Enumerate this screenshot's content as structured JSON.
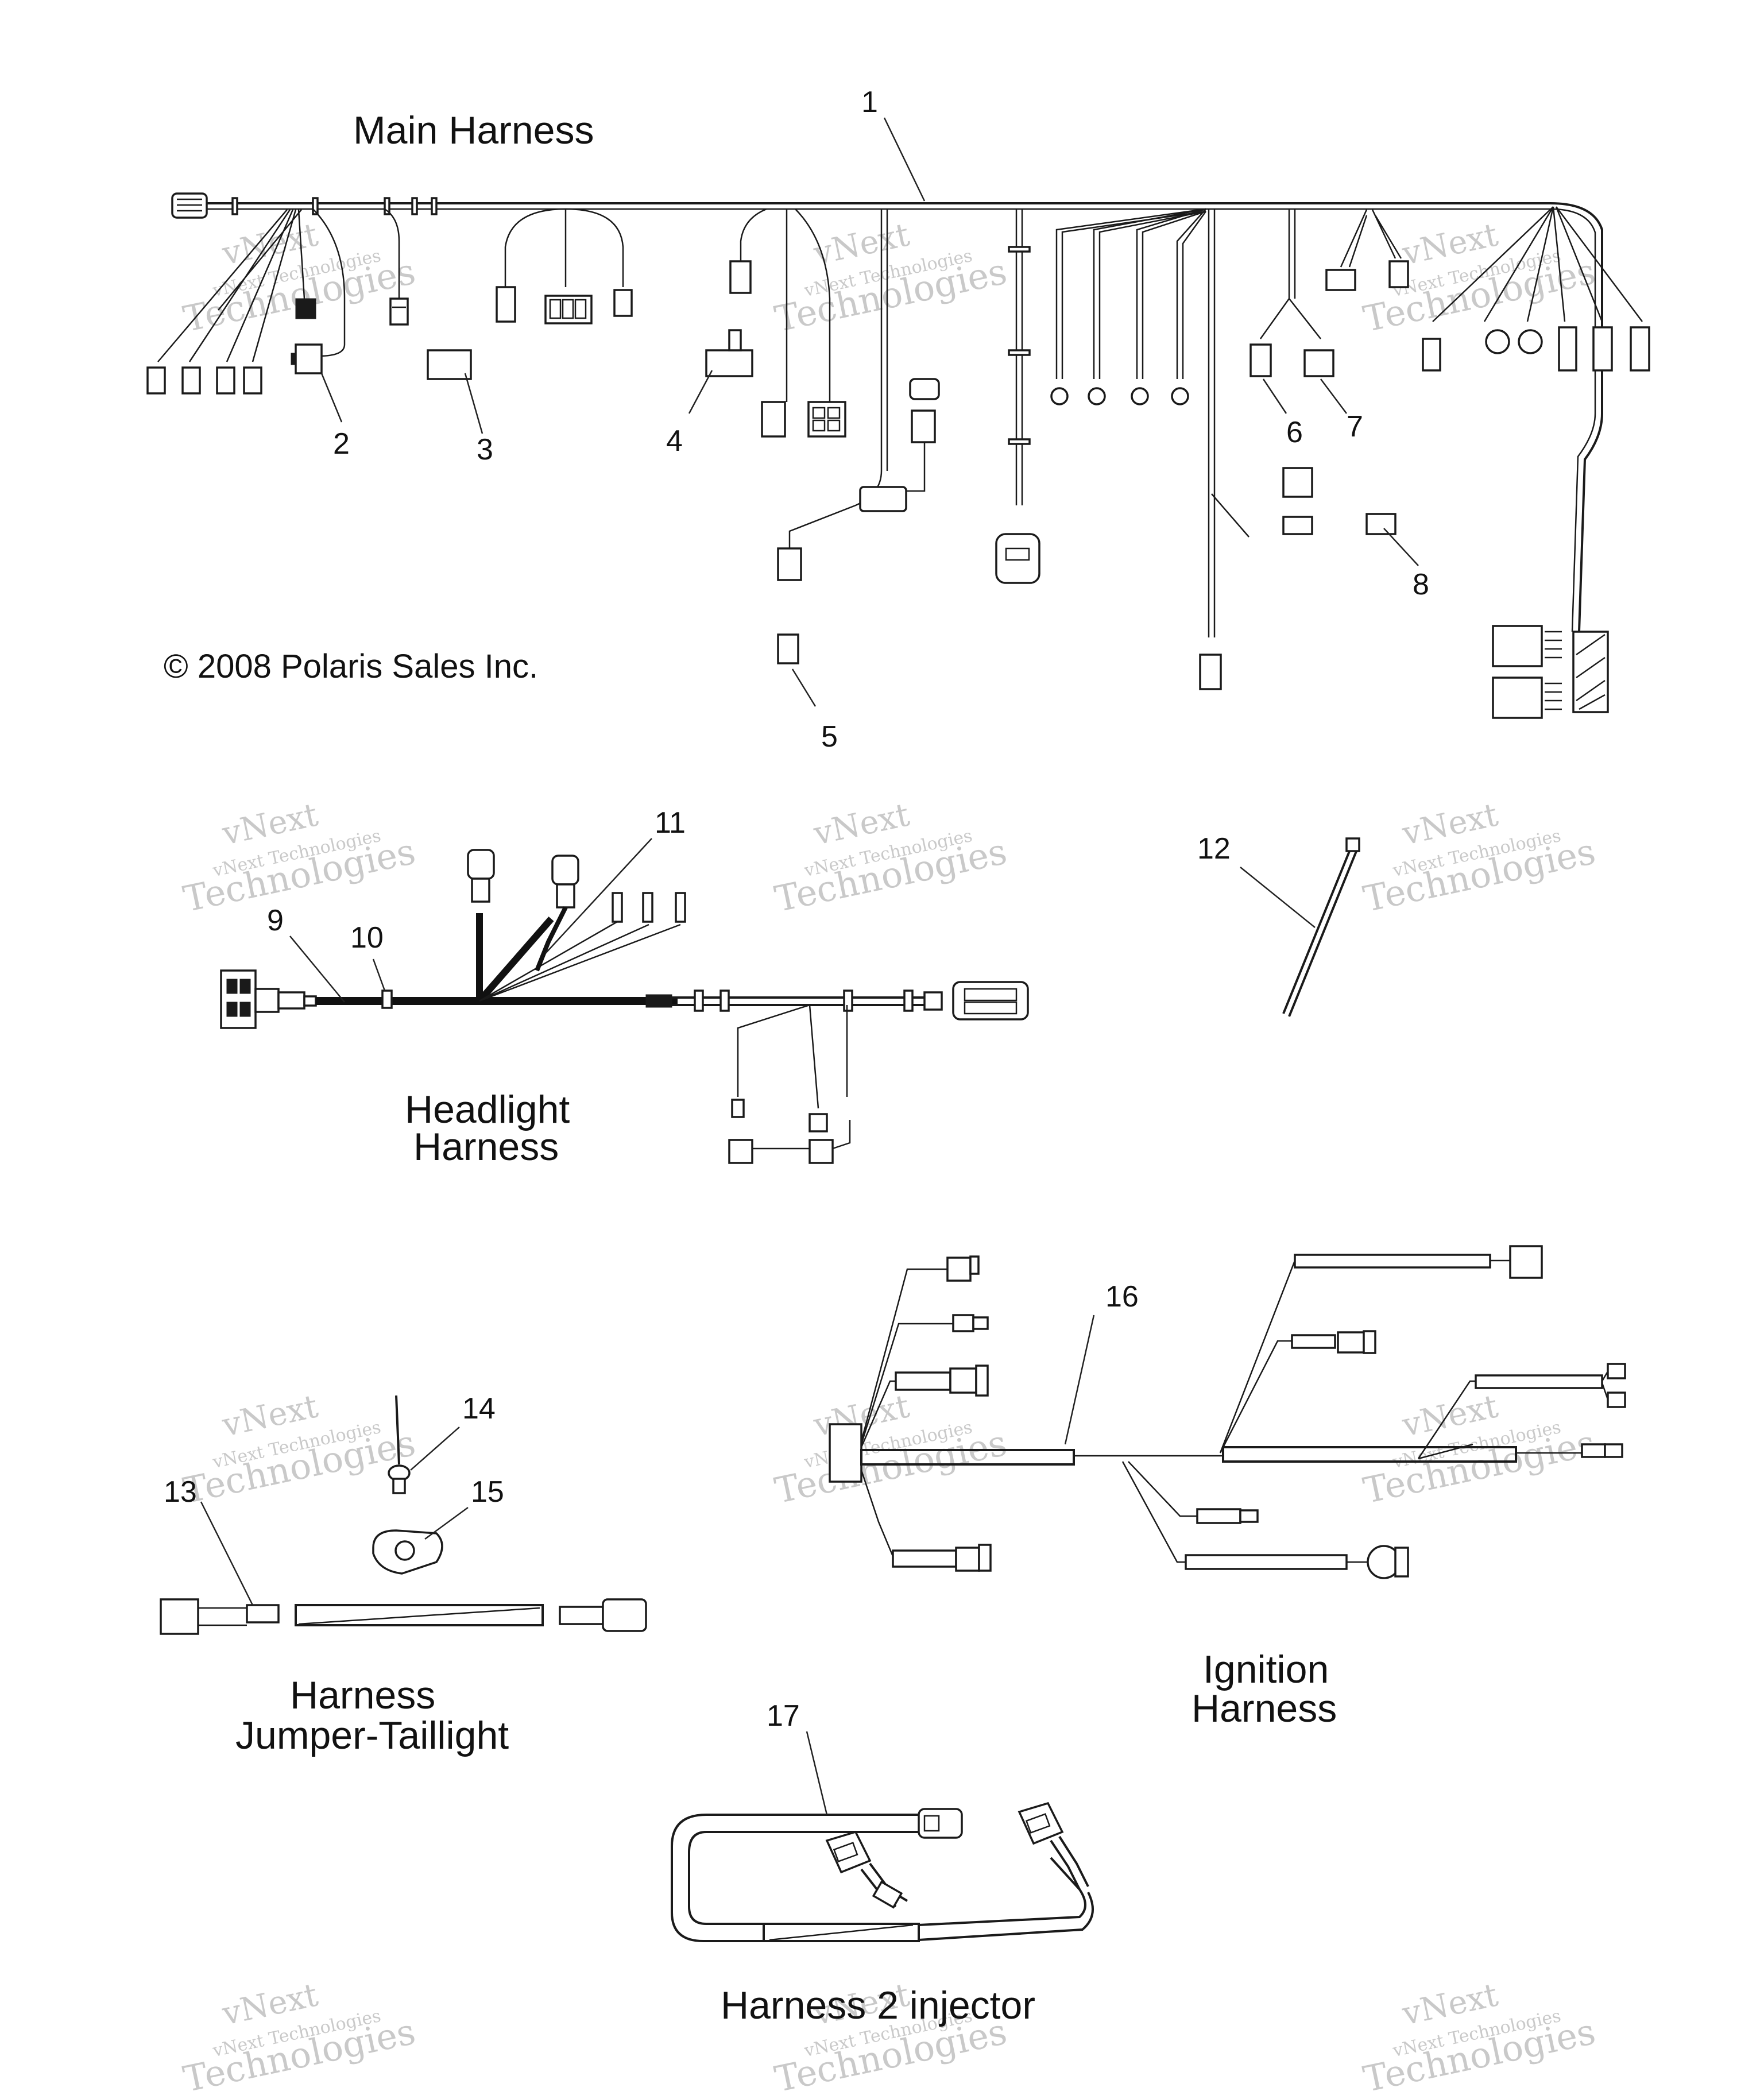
{
  "titles": {
    "main": "Main Harness",
    "headlight_1": "Headlight",
    "headlight_2": "Harness",
    "jumper_1": "Harness",
    "jumper_2": "Jumper-Taillight",
    "ignition_1": "Ignition",
    "ignition_2": "Harness",
    "injector": "Harness 2 injector"
  },
  "copyright": "© 2008 Polaris Sales Inc.",
  "watermark": {
    "line1": "vNext",
    "line2": "vNext Technologies",
    "line3": "Technologies"
  },
  "callouts": [
    "1",
    "2",
    "3",
    "4",
    "5",
    "6",
    "7",
    "8",
    "9",
    "10",
    "11",
    "12",
    "13",
    "14",
    "15",
    "16",
    "17"
  ]
}
